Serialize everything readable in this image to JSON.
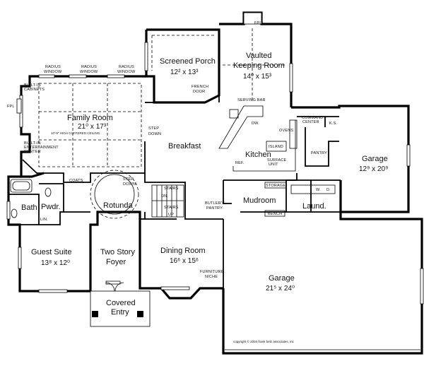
{
  "rooms": {
    "screened_porch": {
      "name": "Screened Porch",
      "dim": "12² x 13³"
    },
    "keeping_room": {
      "name_1": "Vaulted",
      "name_2": "Keeping Room",
      "dim": "14⁰ x 15³"
    },
    "family_room": {
      "name": "Family Room",
      "dim": "21⁰ x 17³"
    },
    "breakfast": {
      "name": "Breakfast"
    },
    "kitchen": {
      "name": "Kitchen"
    },
    "garage_small": {
      "name": "Garage",
      "dim": "12⁹ x 20⁹"
    },
    "mudroom": {
      "name": "Mudroom"
    },
    "laundry": {
      "name": "Laund."
    },
    "rotunda": {
      "name": "Rotunda"
    },
    "bath": {
      "name": "Bath"
    },
    "powder": {
      "name": "Pwdr."
    },
    "guest_suite": {
      "name": "Guest Suite",
      "dim": "13⁸ x 12⁰"
    },
    "foyer": {
      "name_1": "Two Story",
      "name_2": "Foyer"
    },
    "dining_room": {
      "name": "Dining Room",
      "dim": "16⁶ x 15⁶"
    },
    "garage_large": {
      "name": "Garage",
      "dim": "21⁵ x 24⁰"
    },
    "covered_entry": {
      "name_1": "Covered",
      "name_2": "Entry"
    }
  },
  "labels": {
    "radius_window_1": "RADIUS",
    "window_1": "WINDOW",
    "radius_window_2": "RADIUS",
    "window_2": "WINDOW",
    "radius_window_3": "RADIUS",
    "window_3": "WINDOW",
    "built_in_cabinets_1": "BUILT-IN",
    "built_in_cabinets_2": "CABINETS",
    "fpl_family": "FPL",
    "coffered_ceiling": "10'-9\" HIGH COFFERED CEILING",
    "entertainment_1": "BUILT-IN",
    "entertainment_2": "ENTERTAINMENT",
    "entertainment_3": "CENTER",
    "fpl_keeping": "FPL",
    "french_door_1": "FRENCH",
    "french_door_2": "DOOR",
    "serving_bar": "SERVING BAR",
    "dw": "DW.",
    "ovens": "OVENS",
    "command_center_1": "COMMAND",
    "command_center_2": "CENTER",
    "ks": "K.S.",
    "pantry": "PANTRY",
    "island": "ISLAND",
    "ref": "REF.",
    "surface_unit_1": "SURFACE",
    "surface_unit_2": "UNIT",
    "step_down_1": "STEP",
    "step_down_2": "DOWN",
    "coats": "COATS",
    "step_down_rot_1": "STEP",
    "step_down_rot_2": "DOWN",
    "stairs_dn": "STAIRS",
    "dn": "DN.",
    "stairs_up": "STAIRS",
    "up": "UP",
    "butlers_pantry_1": "BUTLER'S",
    "butlers_pantry_2": "PANTRY",
    "storage": "STORAGE",
    "w": "W.",
    "d": "D.",
    "bench": "BENCH",
    "lin": "LIN.",
    "furniture_niche_1": "FURNITURE",
    "furniture_niche_2": "NICHE",
    "copyright": "copyright © 2004 frank betz associates, inc"
  }
}
